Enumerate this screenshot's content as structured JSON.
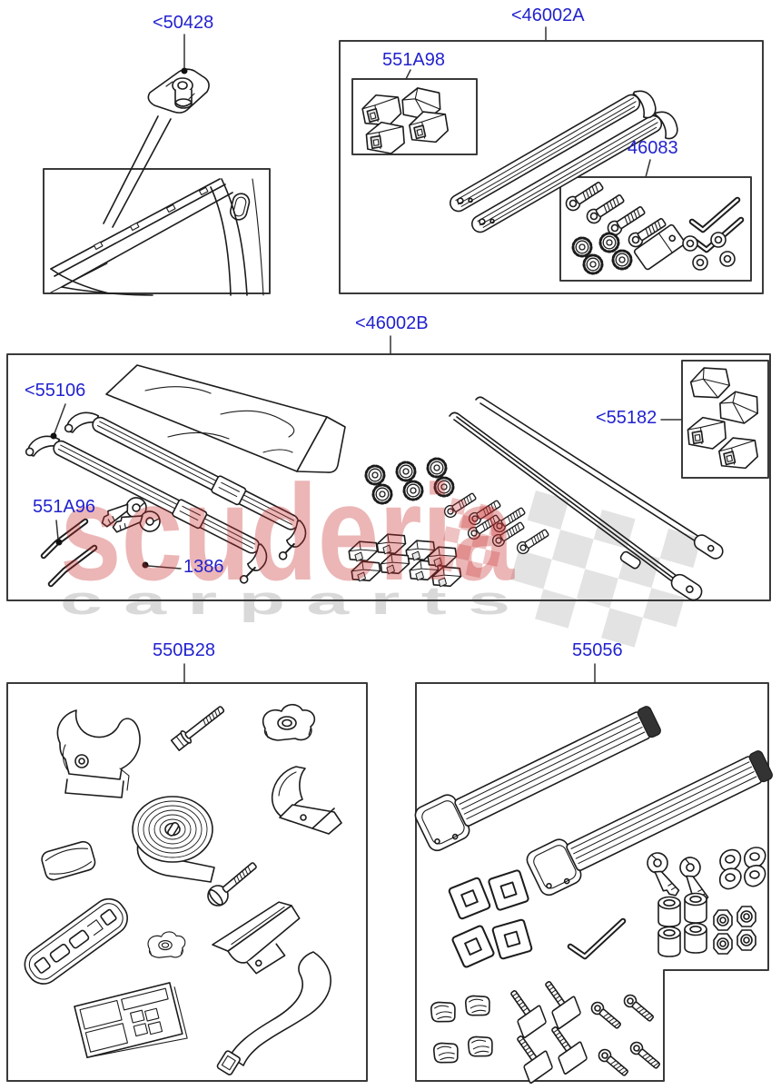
{
  "title": "Roof rack and ski carrier accessories diagram",
  "colors": {
    "label_blue": "#2222cf",
    "line_dark": "#1c1c1c",
    "box_gray": "#3a3a3a",
    "watermark_red": "#c82d2d",
    "watermark_gray": "#e3e3e3",
    "cartext_gray": "#d9d9d9"
  },
  "watermark": {
    "brand": "scuderia",
    "tagline": "c a r   p a r t s"
  },
  "callouts": {
    "c50428": "<50428",
    "c46002A": "<46002A",
    "c551A98": "551A98",
    "c46083": "46083",
    "c46002B": "<46002B",
    "c55106": "<55106",
    "c551A96": "551A96",
    "c1386": "1386",
    "c55182": "<55182",
    "c550B28": "550B28",
    "c55056": "55056"
  },
  "figures": {
    "roof_panel": "vehicle roof side rail with fixing points",
    "c50428": "roof rail fixing cover",
    "c46002A": "roof crossbar kit: support pads, two cross bars, hardware kit",
    "c551A98": "four support pads",
    "c46083": "hardware kit: bolts, bracket, allen keys, washers",
    "c46002B": "roof rails kit: storage bag, cross rails, washers, bolts, clamps, side rails, keys, allen keys, support pads",
    "c550B28": "fitting kit: clamps, bolts, knobs, strap roll, bracket, ski rest, instructions, strap",
    "c55056": "ski carrier kit: two carrier bars, keys, lock covers, barrel nuts, nuts, pads, allen key, clips, T-bolts, bolts"
  }
}
